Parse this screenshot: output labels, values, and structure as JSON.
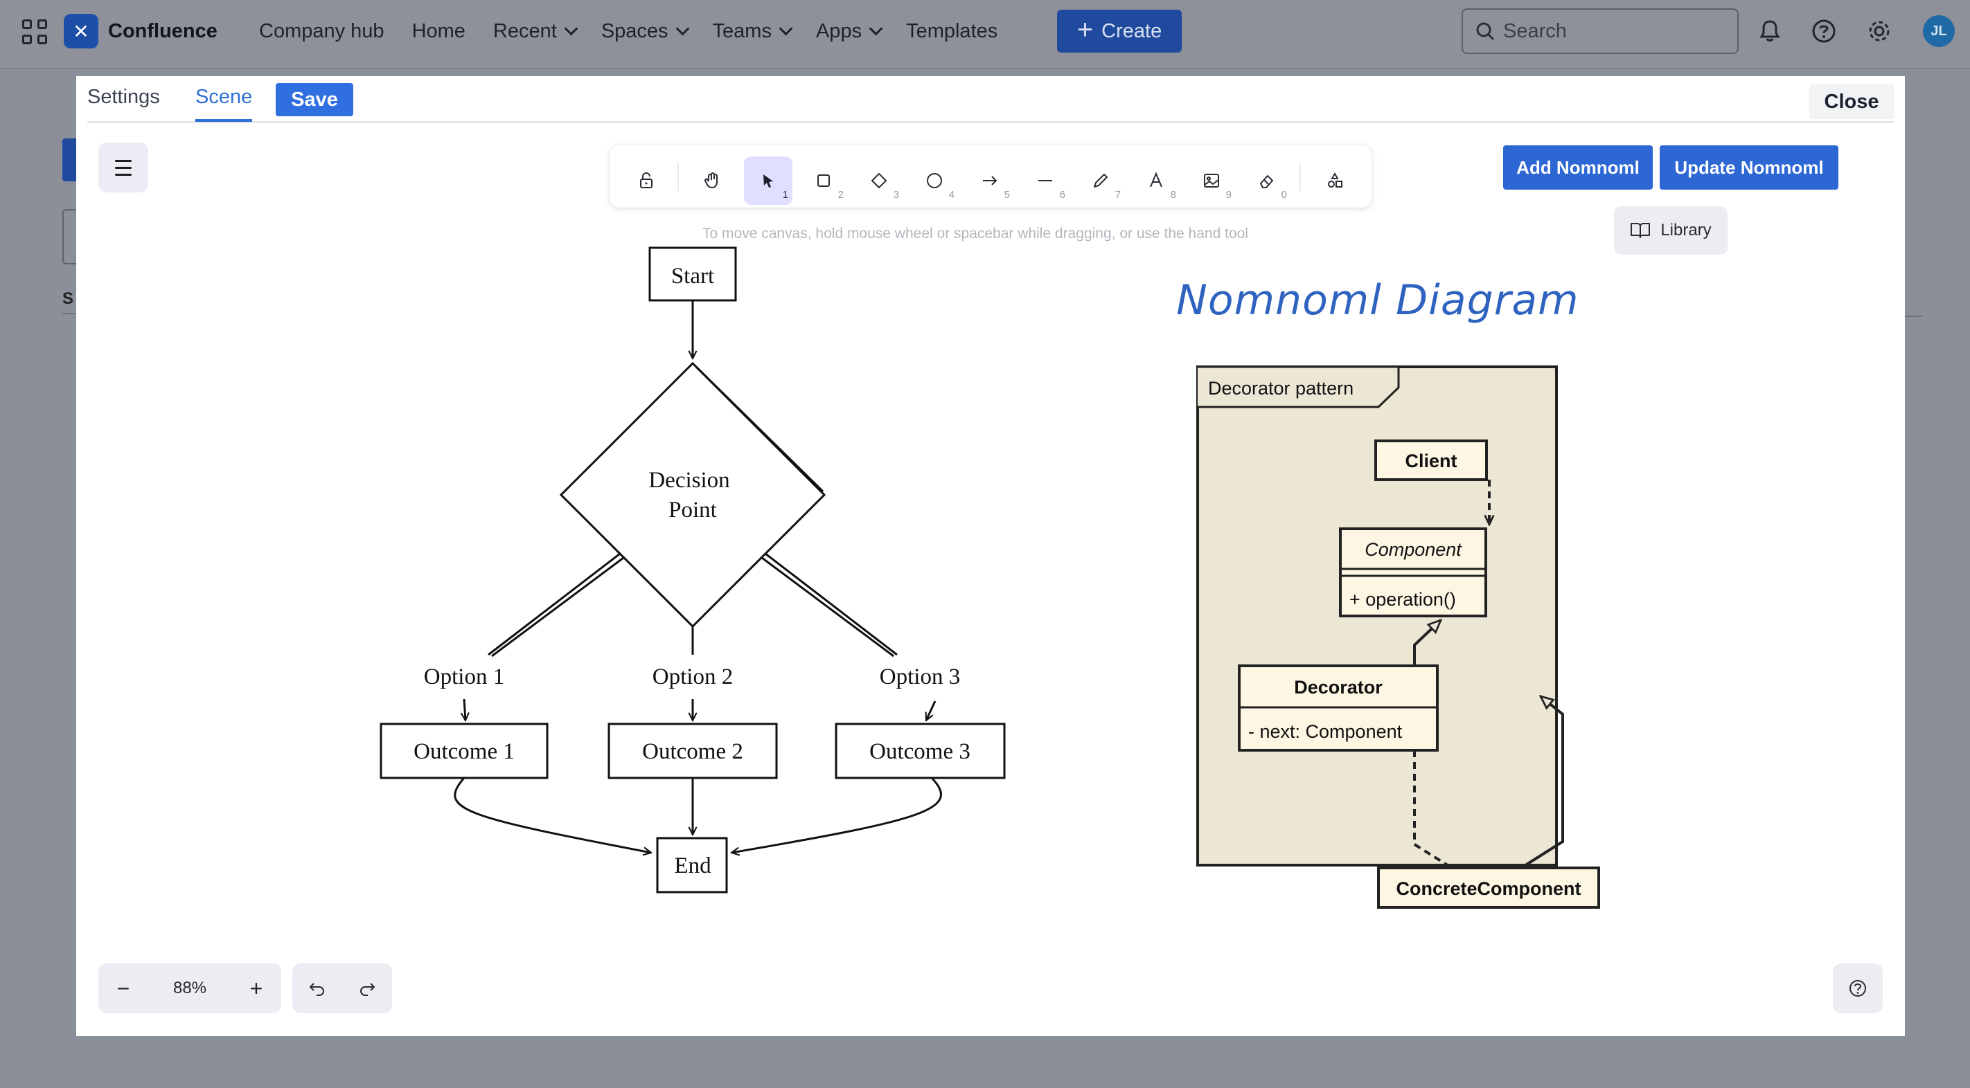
{
  "topnav": {
    "brand": "Confluence",
    "items": [
      "Company hub",
      "Home",
      "Recent",
      "Spaces",
      "Teams",
      "Apps",
      "Templates"
    ],
    "create_label": "Create",
    "search_placeholder": "Search",
    "avatar_initials": "JL"
  },
  "modal": {
    "tabs": [
      "Settings",
      "Scene"
    ],
    "active_tab": "Scene",
    "save_label": "Save",
    "close_label": "Close"
  },
  "toolbar": {
    "tools": [
      {
        "name": "lock",
        "key": ""
      },
      {
        "name": "hand",
        "key": ""
      },
      {
        "name": "selection",
        "key": "1"
      },
      {
        "name": "rectangle",
        "key": "2"
      },
      {
        "name": "diamond",
        "key": "3"
      },
      {
        "name": "ellipse",
        "key": "4"
      },
      {
        "name": "arrow",
        "key": "5"
      },
      {
        "name": "line",
        "key": "6"
      },
      {
        "name": "draw",
        "key": "7"
      },
      {
        "name": "text",
        "key": "8"
      },
      {
        "name": "image",
        "key": "9"
      },
      {
        "name": "eraser",
        "key": "0"
      },
      {
        "name": "more-tools",
        "key": ""
      }
    ],
    "active_tool": "selection",
    "hint": "To move canvas, hold mouse wheel or spacebar while dragging, or use the hand tool"
  },
  "actions": {
    "add_label": "Add Nomnoml",
    "update_label": "Update Nomnoml",
    "library_label": "Library"
  },
  "footer": {
    "zoom": "88%",
    "zoom_out": "−",
    "zoom_in": "+"
  },
  "flowchart": {
    "start": "Start",
    "decision_line1": "Decision",
    "decision_line2": "Point",
    "options": [
      "Option 1",
      "Option 2",
      "Option 3"
    ],
    "outcomes": [
      "Outcome 1",
      "Outcome 2",
      "Outcome 3"
    ],
    "end": "End"
  },
  "nomnoml": {
    "title": "Nomnoml Diagram",
    "frame_label": "Decorator pattern",
    "client": "Client",
    "component": "Component",
    "component_op": "+ operation()",
    "decorator": "Decorator",
    "decorator_field": "- next: Component",
    "concrete": "ConcreteComponent",
    "fill_color": "#ece6d5",
    "box_fill": "#fdf6e3"
  }
}
